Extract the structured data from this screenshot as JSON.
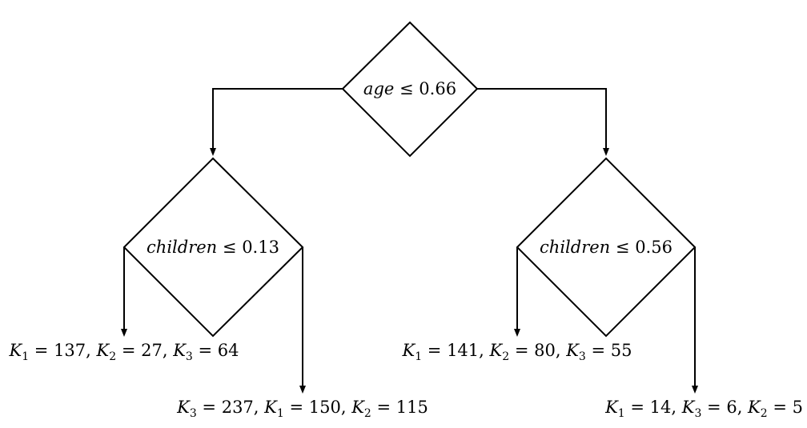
{
  "diagram": {
    "root": {
      "variable": "age",
      "operator": "≤",
      "threshold": "0.66"
    },
    "left": {
      "variable": "children",
      "operator": "≤",
      "threshold": "0.13",
      "leaf_left": [
        {
          "sym": "K",
          "idx": "1",
          "val": "137"
        },
        {
          "sym": "K",
          "idx": "2",
          "val": "27"
        },
        {
          "sym": "K",
          "idx": "3",
          "val": "64"
        }
      ],
      "leaf_right": [
        {
          "sym": "K",
          "idx": "3",
          "val": "237"
        },
        {
          "sym": "K",
          "idx": "1",
          "val": "150"
        },
        {
          "sym": "K",
          "idx": "2",
          "val": "115"
        }
      ]
    },
    "right": {
      "variable": "children",
      "operator": "≤",
      "threshold": "0.56",
      "leaf_left": [
        {
          "sym": "K",
          "idx": "1",
          "val": "141"
        },
        {
          "sym": "K",
          "idx": "2",
          "val": "80"
        },
        {
          "sym": "K",
          "idx": "3",
          "val": "55"
        }
      ],
      "leaf_right": [
        {
          "sym": "K",
          "idx": "1",
          "val": "14"
        },
        {
          "sym": "K",
          "idx": "3",
          "val": "6"
        },
        {
          "sym": "K",
          "idx": "2",
          "val": "5"
        }
      ]
    },
    "separator": ", ",
    "equals": " = "
  }
}
